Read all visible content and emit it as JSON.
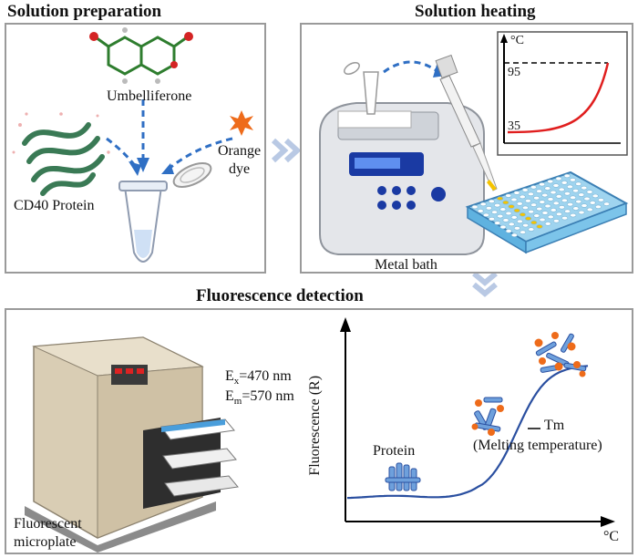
{
  "panels": {
    "prep": {
      "title": "Solution preparation",
      "umbelliferone": "Umbelliferone",
      "protein": "CD40 Protein",
      "dye_line1": "Orange",
      "dye_line2": "dye"
    },
    "heat": {
      "title": "Solution heating",
      "metal_bath": "Metal bath",
      "graph_unit": "°C",
      "tick_high": "95",
      "tick_low": "35"
    },
    "detect": {
      "title": "Fluorescence detection",
      "ex_main": "E",
      "ex_sub": "x",
      "ex_value": "=470 nm",
      "em_main": "E",
      "em_sub": "m",
      "em_value": "=570 nm",
      "instrument_line1": "Fluorescent",
      "instrument_line2": "microplate",
      "ylabel": "Fluorescence (R)",
      "xlabel": "°C",
      "protein_label": "Protein",
      "tm_label": "Tm",
      "tm_desc": "(Melting temperature)"
    }
  },
  "colors": {
    "arrow_blue": "#2f6fc4",
    "curve_blue": "#2a4fa0",
    "heating_red": "#e01e1e",
    "panel_border": "#9a9a9a",
    "chevron": "#b9c9e4",
    "protein_green": "#3a7a55",
    "dye_orange": "#ee6b1a"
  }
}
